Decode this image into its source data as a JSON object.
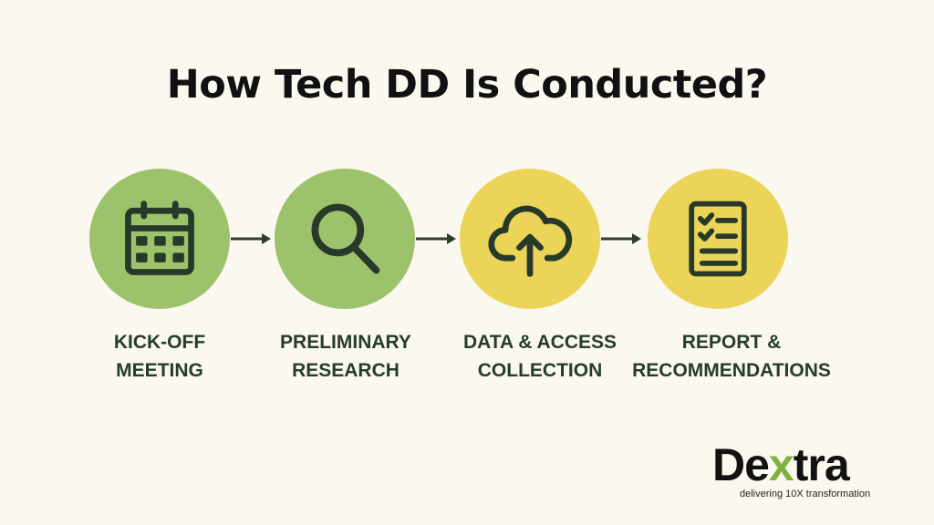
{
  "title": "How Tech DD Is Conducted?",
  "colors": {
    "green": "#9cc26c",
    "yellow": "#ecd458",
    "icon": "#273a29",
    "label": "#263d2a",
    "brand_accent": "#7fb241"
  },
  "steps": [
    {
      "icon": "calendar-icon",
      "line1": "KICK-OFF",
      "line2": "MEETING"
    },
    {
      "icon": "magnifier-icon",
      "line1": "PRELIMINARY",
      "line2": "RESEARCH"
    },
    {
      "icon": "cloud-upload-icon",
      "line1": "DATA & ACCESS",
      "line2": "COLLECTION"
    },
    {
      "icon": "checklist-icon",
      "line1": "REPORT &",
      "line2": "RECOMMENDATIONS"
    }
  ],
  "logo": {
    "pre": "De",
    "accent": "x",
    "post": "tra",
    "tagline": "delivering 10X transformation"
  }
}
